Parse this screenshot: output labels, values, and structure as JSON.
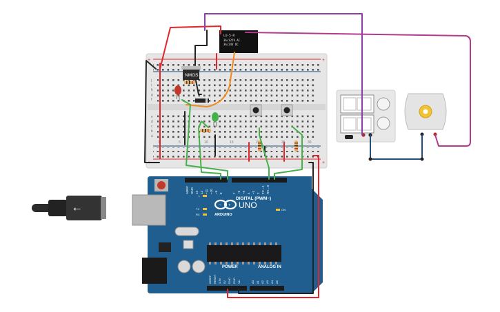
{
  "components": {
    "nmos": {
      "label": "NMOS"
    },
    "relay": {
      "label_line1": "LU-5-R",
      "label_line2": "3A/125V AC",
      "label_line3": "3A/24V DC"
    },
    "arduino": {
      "brand": "ARDUINO",
      "model": "UNO",
      "digital_label": "DIGITAL (PWM~)",
      "power_label": "POWER",
      "analog_label": "ANALOG IN",
      "on_label": "ON",
      "l_label": "L",
      "tx_label": "TX",
      "rx_label": "RX",
      "digital_pins": [
        "AREF",
        "GND",
        "13",
        "12",
        "~11",
        "~10",
        "~9",
        "8",
        "7",
        "~6",
        "~5",
        "4",
        "~3",
        "2",
        "TX→1",
        "RX←0"
      ],
      "power_pins": [
        "IOREF",
        "RESET",
        "3.3V",
        "5V",
        "GND",
        "GND",
        "Vin"
      ],
      "analog_pins": [
        "A0",
        "A1",
        "A2",
        "A3",
        "A4",
        "A5"
      ]
    },
    "breadboard": {
      "rows_top": [
        "j",
        "i",
        "h",
        "g",
        "f"
      ],
      "rows_bottom": [
        "e",
        "d",
        "c",
        "b",
        "a"
      ],
      "columns": [
        "1",
        "5",
        "10",
        "15",
        "20",
        "25",
        "30"
      ]
    }
  },
  "colors": {
    "wire_red": "#e0262a",
    "wire_black": "#222222",
    "wire_green": "#46b04a",
    "wire_orange": "#f08a1c",
    "wire_purple": "#8b3fa8",
    "wire_magenta": "#b23a8e",
    "wire_navy": "#1f4e79",
    "arduino_blue": "#1f5e8e"
  }
}
